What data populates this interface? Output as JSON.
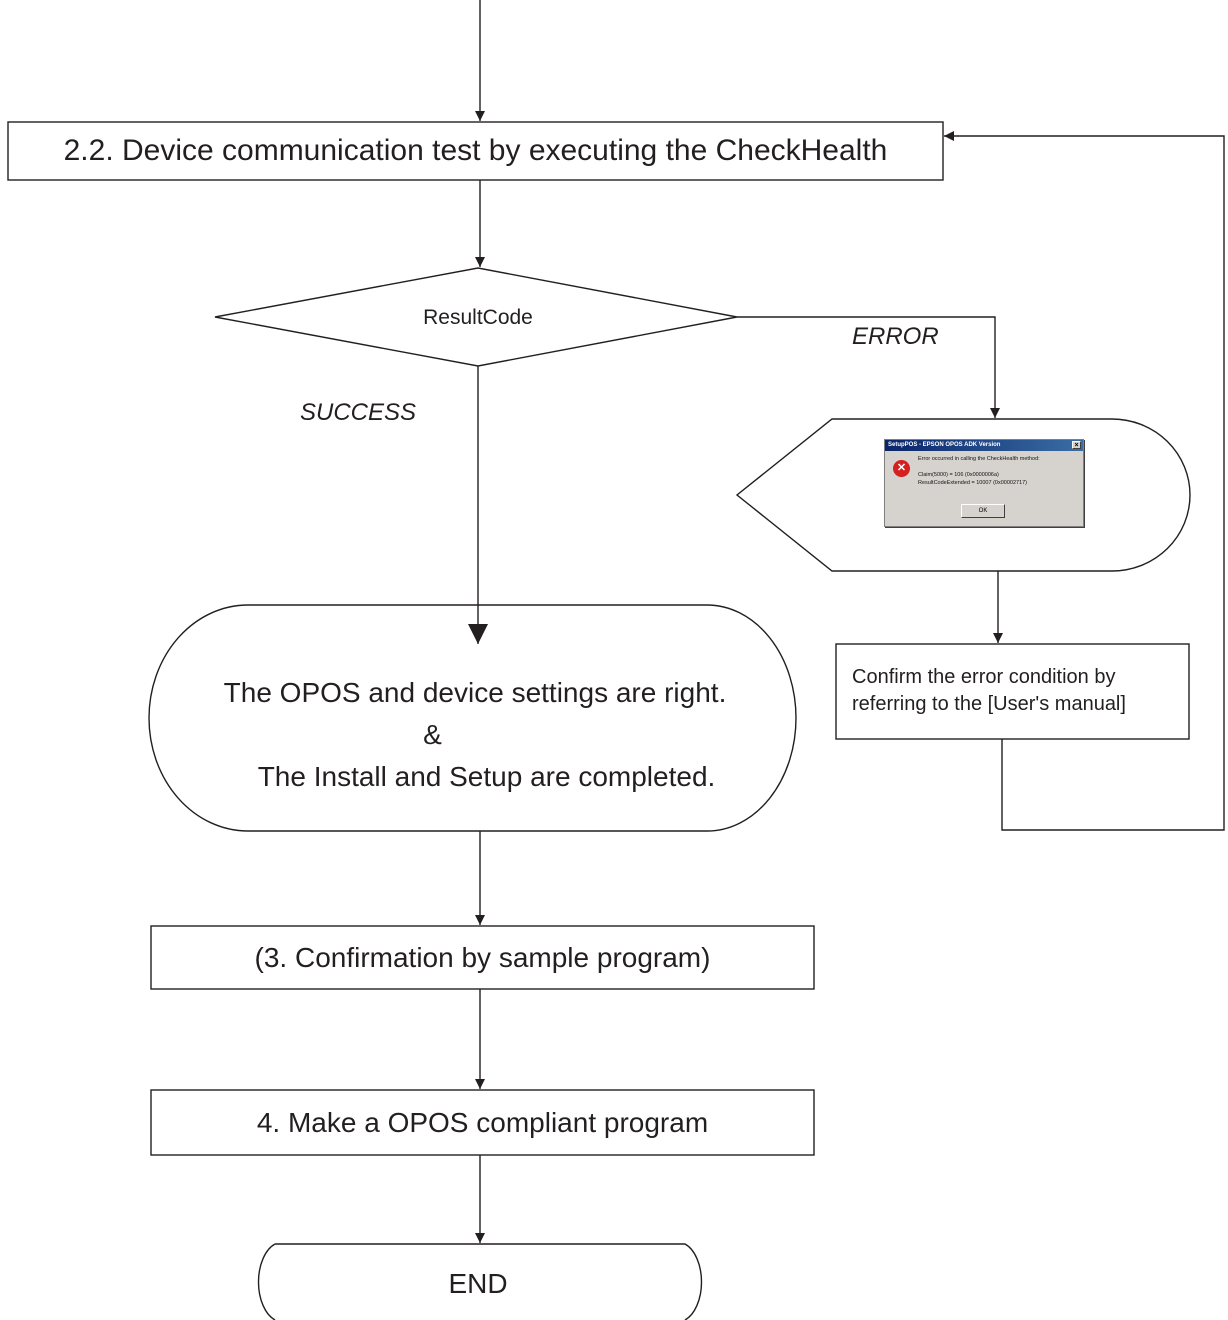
{
  "flowchart": {
    "step_checkhealth": "2.2. Device communication test by executing the CheckHealth",
    "decision": "ResultCode",
    "branch_success": "SUCCESS",
    "branch_error": "ERROR",
    "error_dialog": {
      "title": "SetupPOS - EPSON OPOS ADK Version",
      "close": "×",
      "message": "Error occurred in calling the CheckHealth method:",
      "line1": "Claim(5000) = 106 (0x0000006a)",
      "line2": "ResultCodeExtended = 10007 (0x00002717)",
      "ok": "OK"
    },
    "confirm_line1": "Confirm the error condition by",
    "confirm_line2": "referring to the [User's manual]",
    "result_line1": "The OPOS and device settings are right.",
    "result_line2": "&",
    "result_line3": "The Install and Setup are completed.",
    "step_sample": "(3. Confirmation by sample program)",
    "step_make": "4. Make a OPOS compliant program",
    "end": "END"
  },
  "colors": {
    "stroke": "#231f20",
    "text": "#231f20",
    "background": "#ffffff"
  }
}
